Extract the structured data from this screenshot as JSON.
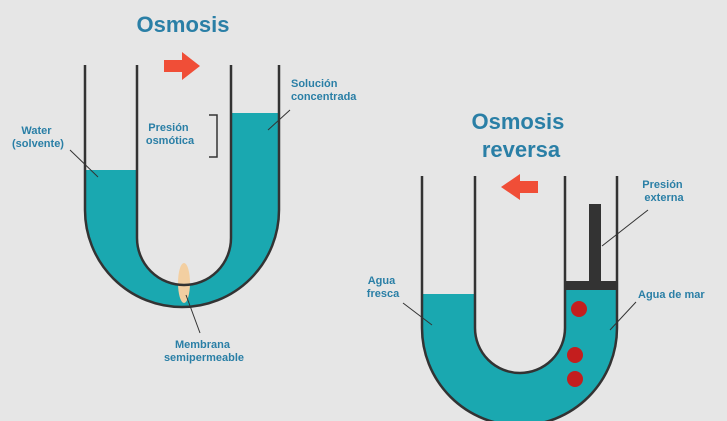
{
  "osmosis": {
    "title": "Osmosis",
    "label_water": [
      "Water",
      "(solvente)"
    ],
    "label_pressure": [
      "Presión",
      "osmótica"
    ],
    "label_solution": [
      "Solución",
      "concentrada"
    ],
    "label_membrane": [
      "Membrana",
      "semipermeable"
    ]
  },
  "reverse": {
    "title": [
      "Osmosis",
      "reversa"
    ],
    "label_fresh": [
      "Agua",
      "fresca"
    ],
    "label_pressure": [
      "Presión",
      "externa"
    ],
    "label_sea": "Agua de mar"
  },
  "colors": {
    "water": "#1aa8b0",
    "outline": "#333333",
    "arrow": "#f04e37",
    "membrane": "#f3cfa1",
    "particle": "#c41e1e",
    "text": "#2a7fa6",
    "background": "#e6e6e6"
  }
}
